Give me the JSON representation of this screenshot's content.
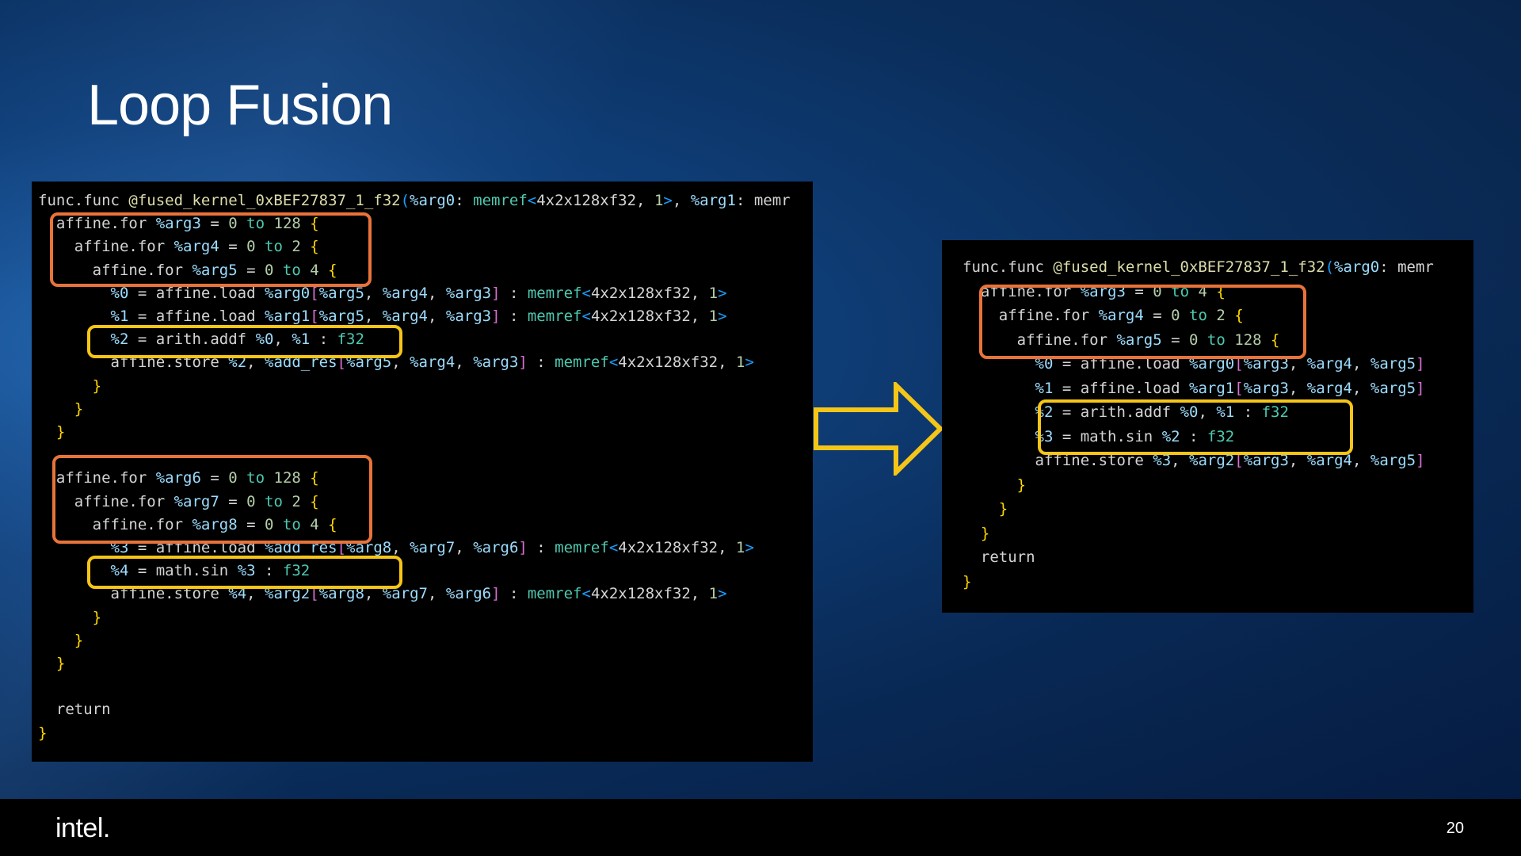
{
  "slide": {
    "title": "Loop Fusion",
    "page_number": "20",
    "logo_text": "intel."
  },
  "left_code": {
    "lines": [
      "func.func @fused_kernel_0xBEF27837_1_f32(%arg0: memref<4x2x128xf32, 1>, %arg1: memr",
      "  affine.for %arg3 = 0 to 128 {",
      "    affine.for %arg4 = 0 to 2 {",
      "      affine.for %arg5 = 0 to 4 {",
      "        %0 = affine.load %arg0[%arg5, %arg4, %arg3] : memref<4x2x128xf32, 1>",
      "        %1 = affine.load %arg1[%arg5, %arg4, %arg3] : memref<4x2x128xf32, 1>",
      "        %2 = arith.addf %0, %1 : f32",
      "        affine.store %2, %add_res[%arg5, %arg4, %arg3] : memref<4x2x128xf32, 1>",
      "      }",
      "    }",
      "  }",
      "",
      "  affine.for %arg6 = 0 to 128 {",
      "    affine.for %arg7 = 0 to 2 {",
      "      affine.for %arg8 = 0 to 4 {",
      "        %3 = affine.load %add_res[%arg8, %arg7, %arg6] : memref<4x2x128xf32, 1>",
      "        %4 = math.sin %3 : f32",
      "        affine.store %4, %arg2[%arg8, %arg7, %arg6] : memref<4x2x128xf32, 1>",
      "      }",
      "    }",
      "  }",
      "",
      "  return",
      "}"
    ]
  },
  "right_code": {
    "lines": [
      "func.func @fused_kernel_0xBEF27837_1_f32(%arg0: memr",
      "  affine.for %arg3 = 0 to 4 {",
      "    affine.for %arg4 = 0 to 2 {",
      "      affine.for %arg5 = 0 to 128 {",
      "        %0 = affine.load %arg0[%arg3, %arg4, %arg5]",
      "        %1 = affine.load %arg1[%arg3, %arg4, %arg5]",
      "        %2 = arith.addf %0, %1 : f32",
      "        %3 = math.sin %2 : f32",
      "        affine.store %3, %arg2[%arg3, %arg4, %arg5]",
      "      }",
      "    }",
      "  }",
      "  return",
      "}"
    ]
  },
  "colors": {
    "highlight_loops": "#e8733a",
    "highlight_ops": "#f5c518",
    "arrow": "#f5c518"
  }
}
